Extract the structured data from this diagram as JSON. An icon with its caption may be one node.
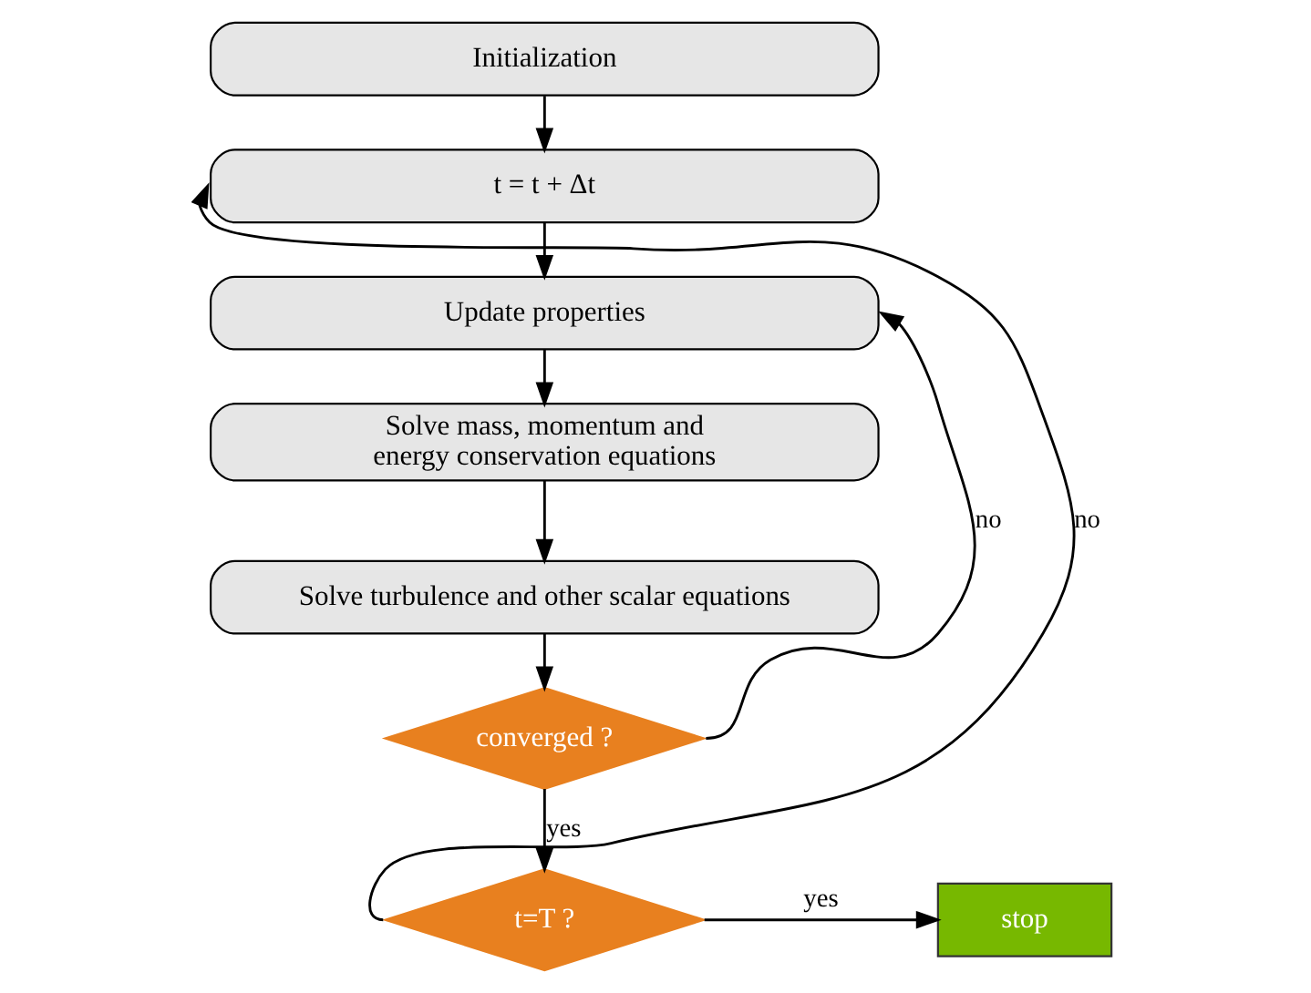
{
  "diagram": {
    "nodes": [
      {
        "text": [
          "Initialization"
        ]
      },
      {
        "text": [
          "t = t + Δt"
        ]
      },
      {
        "text": [
          "Update properties"
        ]
      },
      {
        "text": [
          "Solve mass, momentum and energy conservation equations"
        ]
      },
      {
        "text": [
          "Solve turbulence and other scalar equations"
        ]
      },
      {
        "text": [
          "converged ?"
        ]
      },
      {
        "text": [
          "t=T ?"
        ]
      },
      {
        "text": [
          "stop"
        ]
      }
    ],
    "edges": [
      {
        "from": 0,
        "to": 1,
        "arrow": "to"
      },
      {
        "from": 1,
        "to": 2,
        "arrow": "to"
      },
      {
        "from": 2,
        "to": 3,
        "arrow": "to"
      },
      {
        "from": 3,
        "to": 4,
        "arrow": "to"
      },
      {
        "from": 4,
        "to": 5,
        "arrow": "to"
      },
      {
        "from": 5,
        "to": 2,
        "arrow": "to",
        "label": "no"
      },
      {
        "from": 5,
        "to": 6,
        "arrow": "to",
        "label": "yes"
      },
      {
        "from": 6,
        "to": 1,
        "arrow": "to",
        "label": "no"
      },
      {
        "from": 6,
        "to": 7,
        "arrow": "to",
        "label": "yes"
      }
    ]
  }
}
